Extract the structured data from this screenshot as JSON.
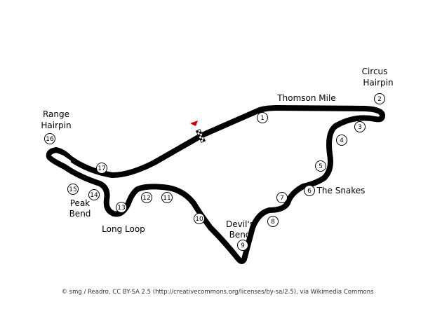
{
  "map": {
    "track_color": "#000000",
    "flag_color": "#cc0000",
    "corner_names": {
      "circus_hairpin": [
        "Circus",
        "Hairpin"
      ],
      "thomson_mile": "Thomson Mile",
      "range_hairpin": [
        "Range",
        "Hairpin"
      ],
      "the_snakes": "The Snakes",
      "peak_bend": [
        "Peak",
        "Bend"
      ],
      "long_loop": "Long Loop",
      "devils_bend": [
        "Devil's",
        "Bend"
      ]
    },
    "turn_numbers": [
      "1",
      "2",
      "3",
      "4",
      "5",
      "6",
      "7",
      "8",
      "9",
      "10",
      "11",
      "12",
      "13",
      "14",
      "15",
      "16",
      "17"
    ]
  },
  "credit": "© smg / Readro, CC BY-SA 2.5 (http://creativecommons.org/licenses/by-sa/2.5), via Wikimedia Commons"
}
